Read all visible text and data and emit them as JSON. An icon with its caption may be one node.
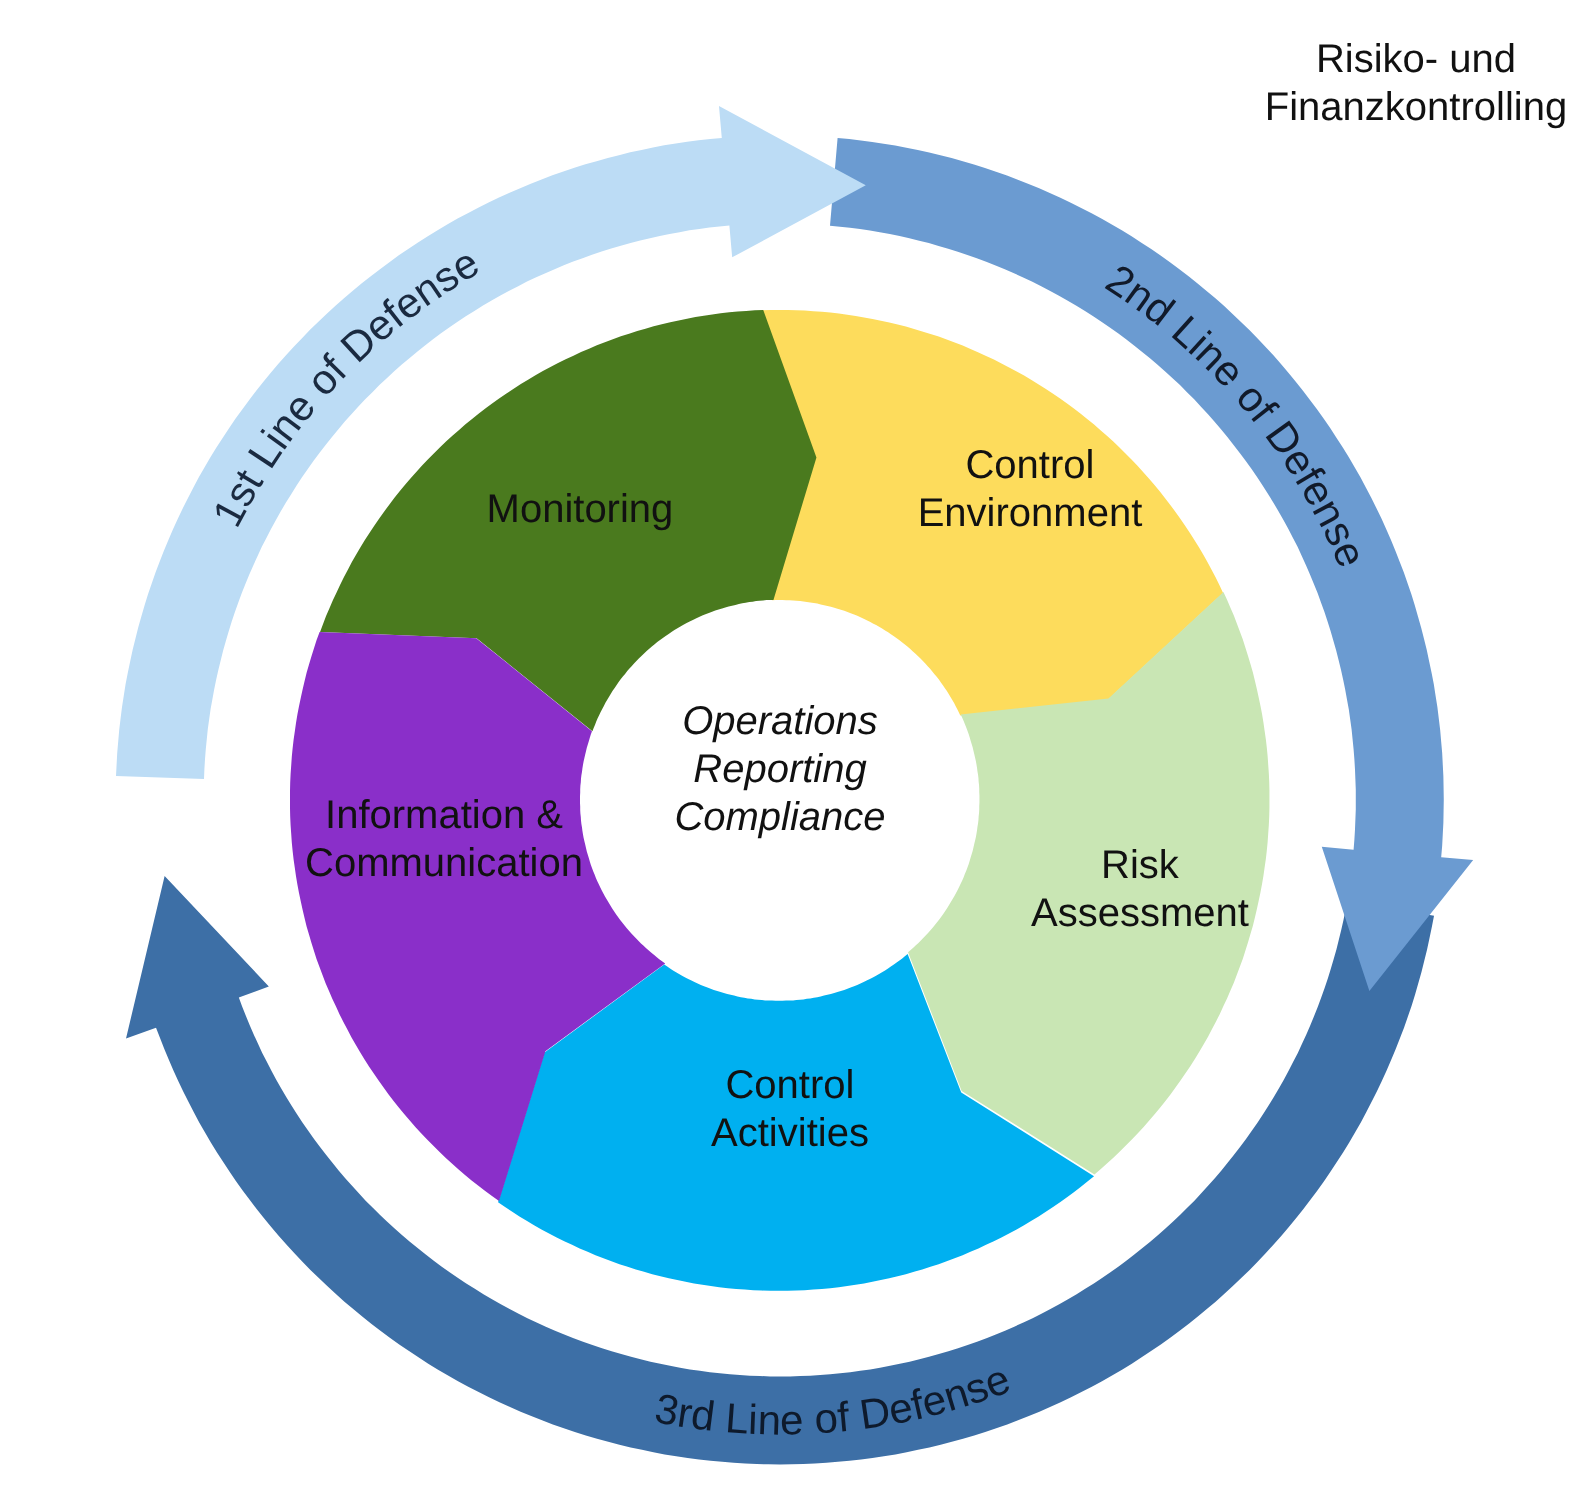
{
  "diagram": {
    "nodes": [
      {
        "text": [
          "1st Line of Defense"
        ]
      },
      {
        "text": [
          "2nd Line of Defense"
        ]
      },
      {
        "text": [
          "Monitoring"
        ]
      },
      {
        "text": [
          "Control Environment"
        ]
      },
      {
        "text": [
          "Operations",
          "Reporting",
          "Compliance"
        ]
      },
      {
        "text": [
          "Information & Communication"
        ]
      },
      {
        "text": [
          "Risk Assessment"
        ]
      },
      {
        "text": [
          "Control Activities"
        ]
      },
      {
        "text": [
          "3rd Line of Defense"
        ]
      }
    ],
    "labels": [
      "Risiko- und Finanzkontrolling"
    ]
  }
}
